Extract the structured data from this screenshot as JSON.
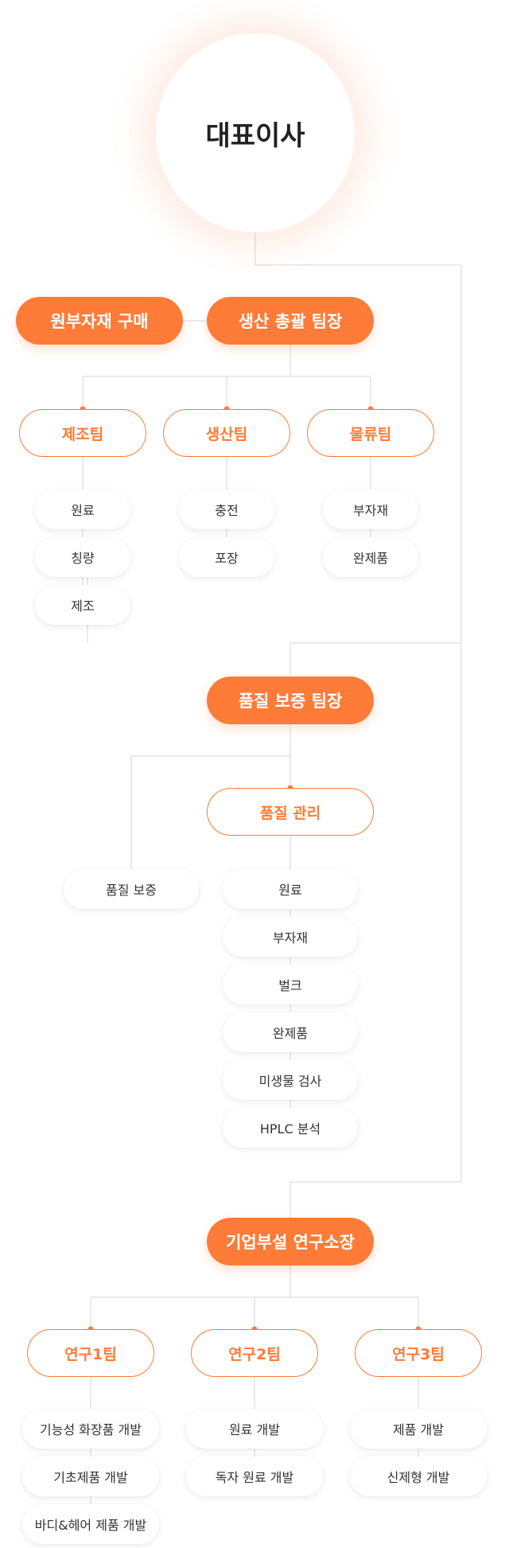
{
  "ceo": {
    "label": "대표이사"
  },
  "purchase": {
    "label": "원부자재 구매"
  },
  "production": {
    "head": "생산 총괄 팀장",
    "teams": [
      {
        "label": "제조팀",
        "items": [
          "원료",
          "칭량",
          "제조"
        ]
      },
      {
        "label": "생산팀",
        "items": [
          "충전",
          "포장"
        ]
      },
      {
        "label": "물류팀",
        "items": [
          "부자재",
          "완제품"
        ]
      }
    ]
  },
  "quality": {
    "head": "품질 보증 팀장",
    "assurance": "품질 보증",
    "management": {
      "label": "품질 관리",
      "items": [
        "원료",
        "부자재",
        "벌크",
        "완제품",
        "미생물 검사",
        "HPLC 분석"
      ]
    }
  },
  "research": {
    "head": "기업부설 연구소장",
    "teams": [
      {
        "label": "연구1팀",
        "items": [
          "기능성 화장품 개발",
          "기초제품 개발",
          "바디&헤어 제품 개발"
        ]
      },
      {
        "label": "연구2팀",
        "items": [
          "원료 개발",
          "독자 원료 개발"
        ]
      },
      {
        "label": "연구3팀",
        "items": [
          "제품 개발",
          "신제형 개발"
        ]
      }
    ]
  },
  "colors": {
    "accent": "#ff7b38",
    "line": "#dddddd",
    "text": "#333333"
  }
}
